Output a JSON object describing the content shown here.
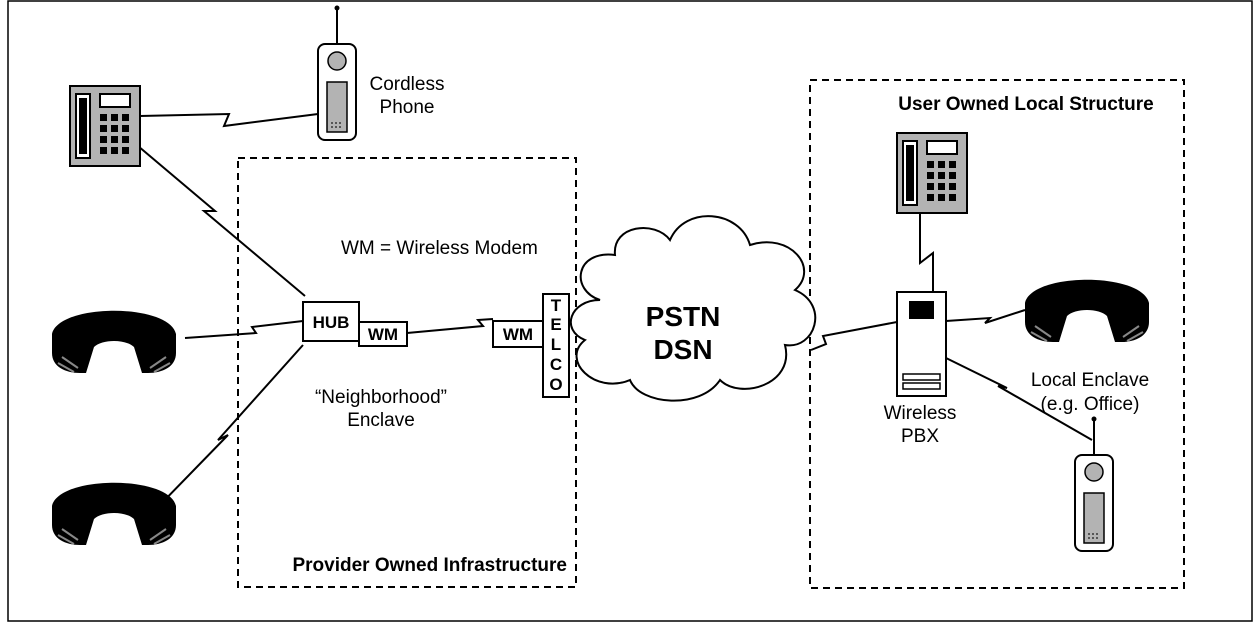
{
  "diagram": {
    "regions": {
      "provider": "Provider Owned Infrastructure",
      "user": "User Owned Local Structure"
    },
    "labels": {
      "cordless_phone_line1": "Cordless",
      "cordless_phone_line2": "Phone",
      "legend": "WM = Wireless Modem",
      "hub": "HUB",
      "wm_left": "WM",
      "wm_right": "WM",
      "telco": [
        "T",
        "E",
        "L",
        "C",
        "O"
      ],
      "neighborhood_line1": "“Neighborhood”",
      "neighborhood_line2": "Enclave",
      "cloud_line1": "PSTN",
      "cloud_line2": "DSN",
      "pbx_line1": "Wireless",
      "pbx_line2": "PBX",
      "local_enclave_line1": "Local Enclave",
      "local_enclave_line2": "(e.g. Office)"
    },
    "colors": {
      "device_fill": "#b3b3b3",
      "receiver_fill": "#000000",
      "stroke": "#000000"
    },
    "icons": [
      "desk-phone-icon",
      "cordless-phone-icon",
      "handset-icon",
      "pbx-icon",
      "cloud-icon"
    ]
  }
}
